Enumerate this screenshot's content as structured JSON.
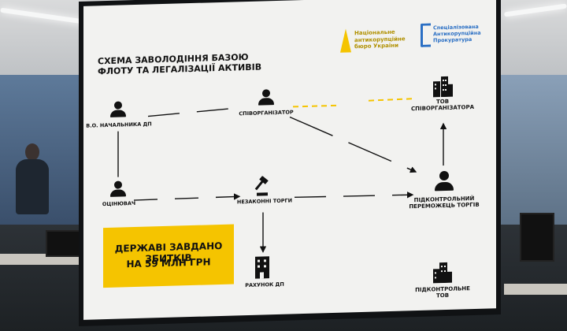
{
  "slide": {
    "title_line1": "Схема заволодіння базою",
    "title_line2": "флоту та легалізації активів",
    "logo_nabu": {
      "line1": "Національне",
      "line2": "антикорупційне",
      "line3": "бюро України"
    },
    "logo_sap": {
      "line1": "Спеціалізована",
      "line2": "Антикорупційна",
      "line3": "Прокуратура"
    },
    "nodes": {
      "acting_head": "В.о. начальника ДП",
      "co_organizer": "Співорганізатор",
      "tov_co_organizer_line1": "ТОВ",
      "tov_co_organizer_line2": "співорганізатора",
      "appraiser": "Оцінювач",
      "illegal_auction": "Незаконні торги",
      "winner_line1": "Підконтрольний",
      "winner_line2": "переможець торгів",
      "account": "Рахунок ДП",
      "controlled_tov_line1": "Підконтрольне",
      "controlled_tov_line2": "ТОВ"
    },
    "banner": {
      "line1": "Державі завдано збитків",
      "line2": "на 59 млн грн"
    }
  },
  "colors": {
    "accent_yellow": "#f5c400",
    "sap_blue": "#2a6fc4",
    "ink": "#111111"
  }
}
